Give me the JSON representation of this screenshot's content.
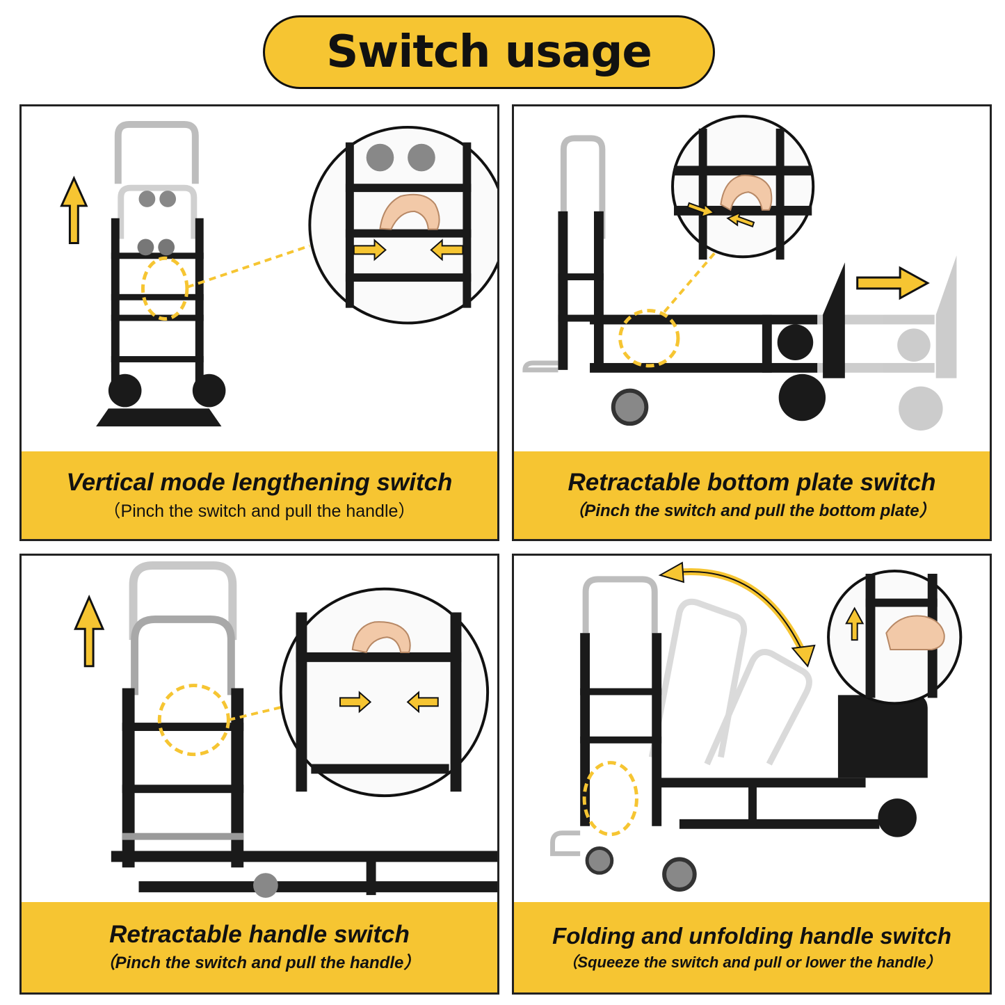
{
  "header": {
    "title": "Switch usage"
  },
  "colors": {
    "accent": "#f6c532",
    "ink": "#111111",
    "frame": "#1a1a1a",
    "chrome": "#c8c8c8"
  },
  "panels": [
    {
      "title": "Vertical mode lengthening switch",
      "subtitle": "（Pinch the switch and pull the handle）"
    },
    {
      "title": "Retractable bottom plate switch",
      "subtitle": "（Pinch the switch and pull the bottom plate）"
    },
    {
      "title": "Retractable handle switch",
      "subtitle": "（Pinch the switch and pull the handle）"
    },
    {
      "title": "Folding and unfolding handle switch",
      "subtitle": "（Squeeze the switch and pull or lower the handle）"
    }
  ]
}
